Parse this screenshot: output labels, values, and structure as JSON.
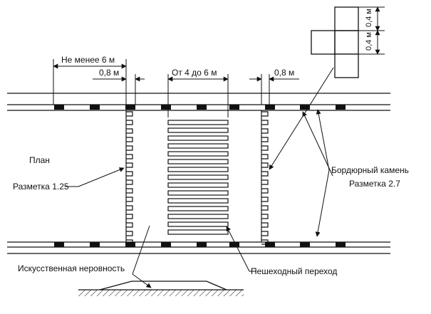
{
  "labels": {
    "min_distance": "Не менее 6 м",
    "gap_left": "0,8 м",
    "crossing_width": "От 4 до 6 м",
    "gap_right": "0,8 м",
    "plan": "План",
    "marking_125": "Разметка 1.25",
    "curb_stone": "Бордюрный камень",
    "marking_27": "Разметка 2.7",
    "speed_bump": "Искусственная неровность",
    "crosswalk": "Пешеходный переход",
    "inset_top": "0,4 м",
    "inset_bottom": "0,4 м"
  },
  "colors": {
    "ink": "#111111",
    "paper": "#ffffff"
  }
}
